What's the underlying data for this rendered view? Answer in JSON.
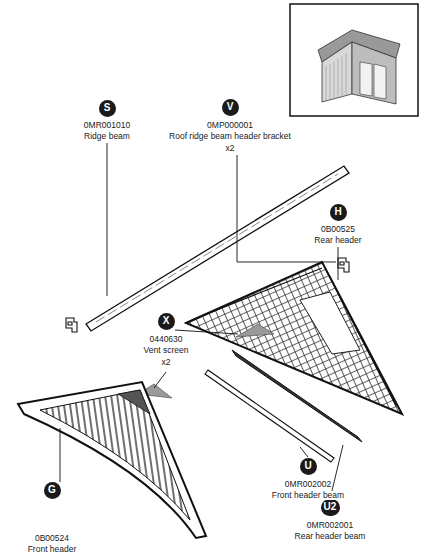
{
  "diagram": {
    "nodes": [
      {
        "text": [
          "S"
        ]
      },
      {
        "text": [
          "V"
        ]
      },
      {
        "text": [
          "H"
        ]
      },
      {
        "text": [
          "X"
        ]
      },
      {
        "text": [
          "U"
        ]
      },
      {
        "text": [
          "U2"
        ]
      },
      {
        "text": [
          "G"
        ]
      }
    ],
    "labels": [
      "0MR001010",
      "Ridge beam",
      "0MP000001",
      "Roof ridge beam header bracket",
      "x2",
      "0B00525",
      "Rear header",
      "0440630",
      "Vent screen",
      "x2",
      "0MR002002",
      "Front header beam",
      "0MR002001",
      "Rear header beam",
      "0B00524",
      "Front header"
    ]
  }
}
